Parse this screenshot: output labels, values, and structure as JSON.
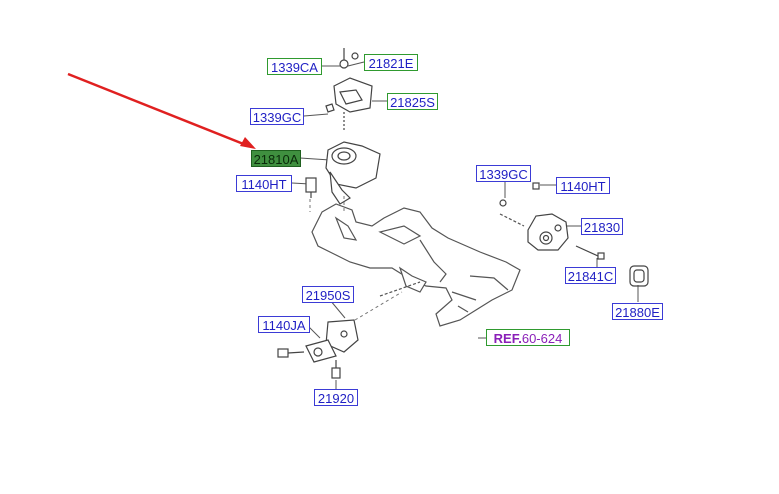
{
  "labels": {
    "l1339CA_top": "1339CA",
    "l21821E": "21821E",
    "l21825S": "21825S",
    "l1339GC_left": "1339GC",
    "l21810A": "21810A",
    "l1140HT_left": "1140HT",
    "l1339GC_right": "1339GC",
    "l1140HT_right": "1140HT",
    "l21830": "21830",
    "l21841C": "21841C",
    "l21880E": "21880E",
    "l21950S": "21950S",
    "l1140JA": "1140JA",
    "l21920": "21920",
    "ref_prefix": "REF.",
    "ref_number": "60-624"
  },
  "colors": {
    "label_blue_border": "#3b3bd6",
    "label_green_border": "#2f9a2f",
    "highlight_fill": "#3f8f3f",
    "ref_text": "#8a1fb8",
    "pointer_arrow": "#e02020",
    "part_line": "#555555"
  },
  "highlighted_part": "21810A"
}
